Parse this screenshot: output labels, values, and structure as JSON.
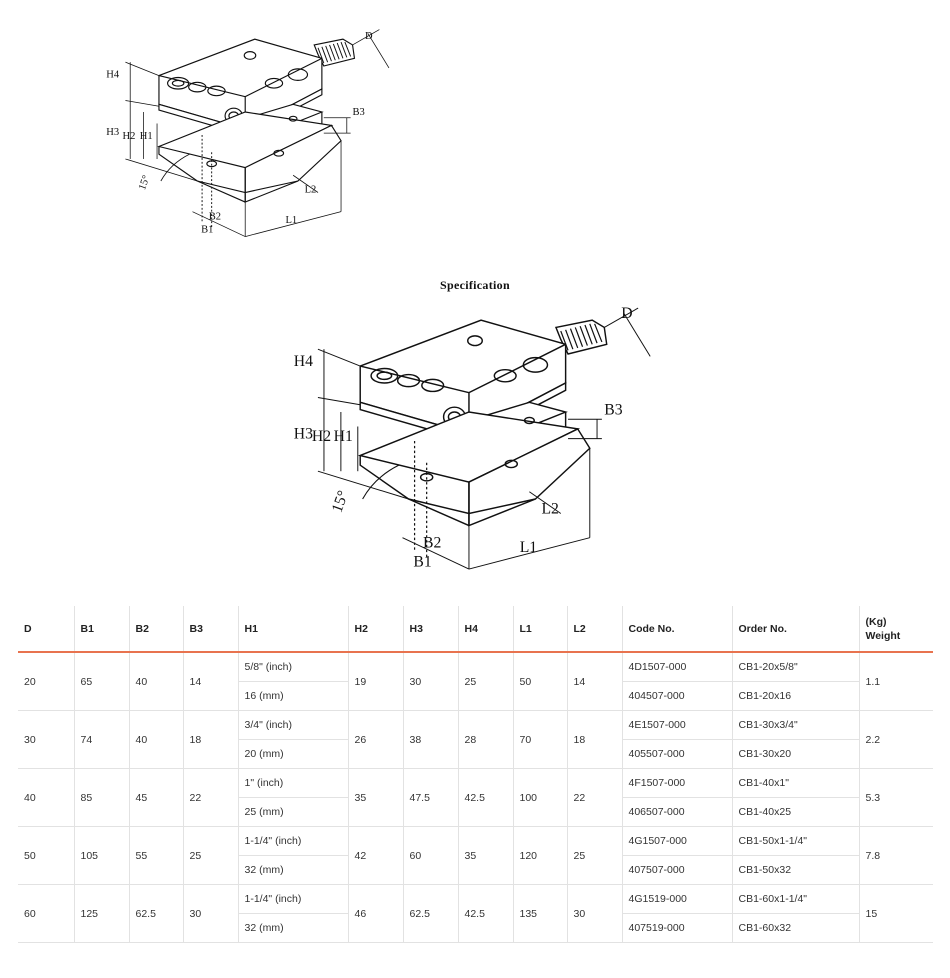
{
  "spec_title": "Specification",
  "drawing_labels": {
    "d": "D",
    "h4": "H4",
    "h3": "H3",
    "h2": "H2",
    "h1": "H1",
    "b3": "B3",
    "b2": "B2",
    "b1": "B1",
    "l1": "L1",
    "l2": "L2",
    "angle": "15°"
  },
  "table": {
    "headers": {
      "d": "D",
      "b1": "B1",
      "b2": "B2",
      "b3": "B3",
      "h1": "H1",
      "h2": "H2",
      "h3": "H3",
      "h4": "H4",
      "l1": "L1",
      "l2": "L2",
      "code": "Code No.",
      "order": "Order No.",
      "weight_unit": "(Kg)",
      "weight": "Weight"
    },
    "rows": [
      {
        "d": "20",
        "b1": "65",
        "b2": "40",
        "b3": "14",
        "h1_inch": "5/8\" (inch)",
        "h1_mm": "16 (mm)",
        "h2": "19",
        "h3": "30",
        "h4": "25",
        "l1": "50",
        "l2": "14",
        "code_inch": "4D1507-000",
        "code_mm": "404507-000",
        "order_inch": "CB1-20x5/8\"",
        "order_mm": "CB1-20x16",
        "weight": "1.1"
      },
      {
        "d": "30",
        "b1": "74",
        "b2": "40",
        "b3": "18",
        "h1_inch": "3/4\" (inch)",
        "h1_mm": "20 (mm)",
        "h2": "26",
        "h3": "38",
        "h4": "28",
        "l1": "70",
        "l2": "18",
        "code_inch": "4E1507-000",
        "code_mm": "405507-000",
        "order_inch": "CB1-30x3/4\"",
        "order_mm": "CB1-30x20",
        "weight": "2.2"
      },
      {
        "d": "40",
        "b1": "85",
        "b2": "45",
        "b3": "22",
        "h1_inch": "1\" (inch)",
        "h1_mm": "25 (mm)",
        "h2": "35",
        "h3": "47.5",
        "h4": "42.5",
        "l1": "100",
        "l2": "22",
        "code_inch": "4F1507-000",
        "code_mm": "406507-000",
        "order_inch": "CB1-40x1\"",
        "order_mm": "CB1-40x25",
        "weight": "5.3"
      },
      {
        "d": "50",
        "b1": "105",
        "b2": "55",
        "b3": "25",
        "h1_inch": "1-1/4\" (inch)",
        "h1_mm": "32 (mm)",
        "h2": "42",
        "h3": "60",
        "h4": "35",
        "l1": "120",
        "l2": "25",
        "code_inch": "4G1507-000",
        "code_mm": "407507-000",
        "order_inch": "CB1-50x1-1/4\"",
        "order_mm": "CB1-50x32",
        "weight": "7.8"
      },
      {
        "d": "60",
        "b1": "125",
        "b2": "62.5",
        "b3": "30",
        "h1_inch": "1-1/4\" (inch)",
        "h1_mm": "32 (mm)",
        "h2": "46",
        "h3": "62.5",
        "h4": "42.5",
        "l1": "135",
        "l2": "30",
        "code_inch": "4G1519-000",
        "code_mm": "407519-000",
        "order_inch": "CB1-60x1-1/4\"",
        "order_mm": "CB1-60x32",
        "weight": "15"
      }
    ]
  }
}
